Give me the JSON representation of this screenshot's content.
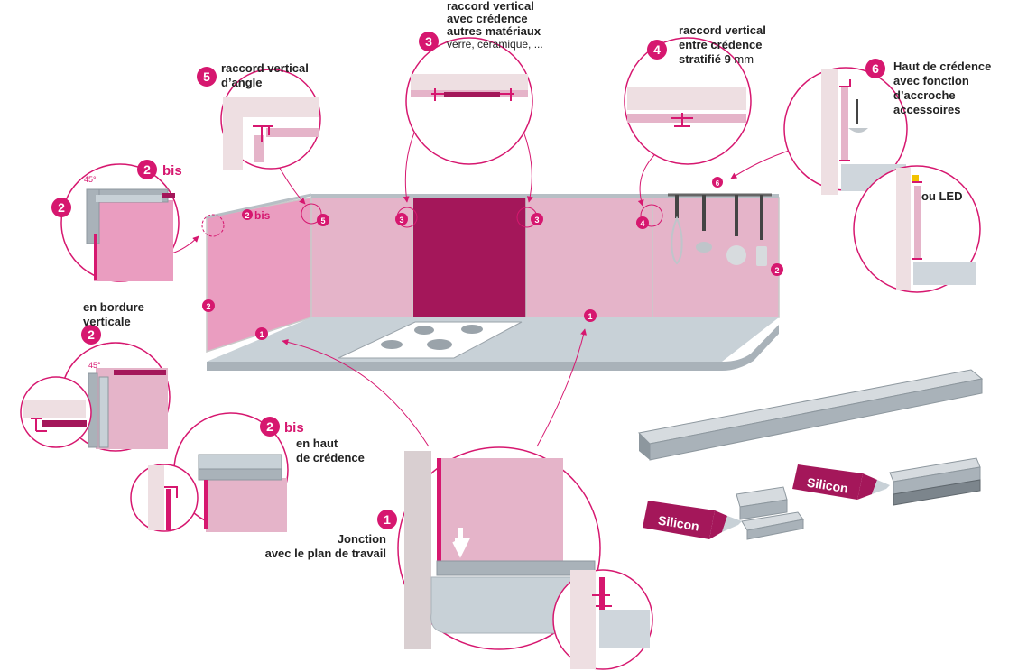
{
  "callouts": {
    "c1": {
      "num": "1",
      "line1": "Jonction",
      "line2": "avec le plan de travail"
    },
    "c2": {
      "num": "2",
      "line1": "en bordure",
      "line2": "verticale",
      "angle": "45°"
    },
    "c2bis_top": {
      "num": "2",
      "suffix": "bis",
      "angle": "45°"
    },
    "c2bis_low": {
      "num": "2",
      "suffix": "bis",
      "line1": "en haut",
      "line2": "de crédence"
    },
    "c2_side": {
      "num": "2"
    },
    "c3": {
      "num": "3",
      "line1": "raccord vertical",
      "line2": "avec crédence",
      "line3": "autres matériaux",
      "line4": "verre, céramique, ..."
    },
    "c4": {
      "num": "4",
      "line1": "raccord vertical",
      "line2": "entre crédence",
      "line3a": "stratifié 9",
      "line3b": " mm"
    },
    "c5": {
      "num": "5",
      "line1": "raccord vertical",
      "line2": "d’angle"
    },
    "c6": {
      "num": "6",
      "line1": "Haut de crédence",
      "line2": "avec fonction",
      "line3": "d’accroche",
      "line4": "accessoires"
    },
    "led": {
      "label": "ou LED"
    }
  },
  "scene_markers": {
    "m1a": "1",
    "m1b": "1",
    "m2bis": "2",
    "m2bis_txt": "bis",
    "m2left": "2",
    "m2right": "2",
    "m3a": "3",
    "m3b": "3",
    "m4": "4",
    "m5": "5",
    "m6": "6"
  },
  "silicon": {
    "a": "Silicon",
    "b": "Silicon"
  },
  "colors": {
    "magenta": "#d6176f",
    "pink": "#e7b3c8",
    "pink_dark": "#a4175a",
    "grey": "#a9b2b9",
    "worktop": "#c8d1d7"
  }
}
